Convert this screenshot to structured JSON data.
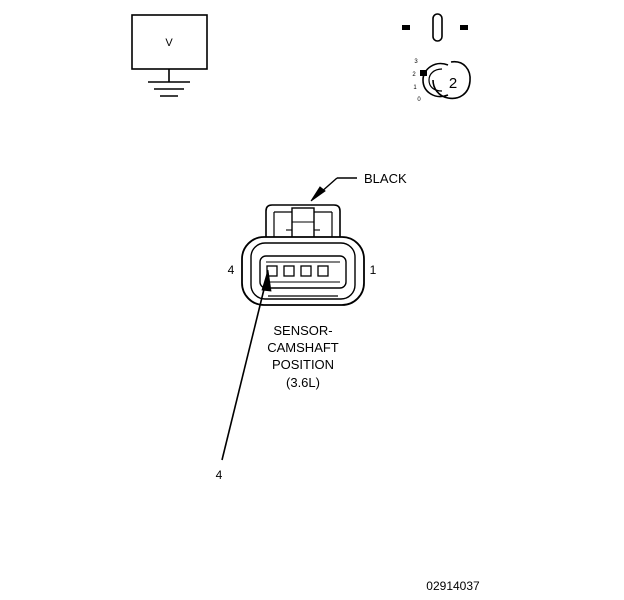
{
  "meter": {
    "label": "V"
  },
  "ignition_switch": {
    "position_labels": [
      "3",
      "2",
      "1",
      "0"
    ],
    "key_number": "2"
  },
  "connector": {
    "color_label": "BLACK",
    "pin_left_label": "4",
    "pin_right_label": "1",
    "probe_pin_label": "4",
    "title_lines": [
      "SENSOR-",
      "CAMSHAFT",
      "POSITION",
      "(3.6L)"
    ]
  },
  "figure_id": "02914037",
  "colors": {
    "ink": "#000000",
    "paper": "#ffffff"
  }
}
